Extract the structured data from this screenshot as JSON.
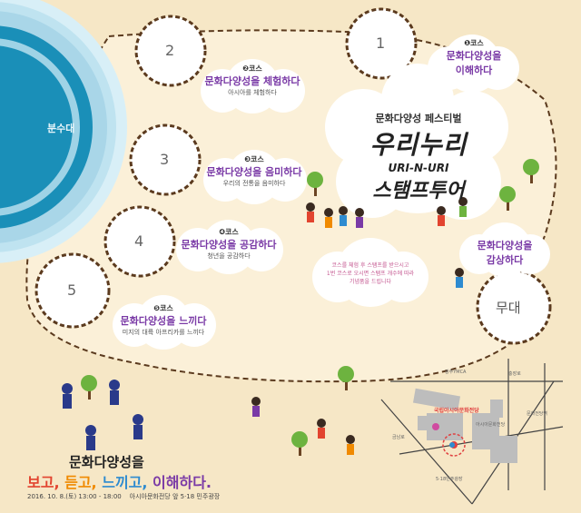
{
  "fountain": {
    "label": "분수대"
  },
  "stage": {
    "label": "무대"
  },
  "circles": [
    "1",
    "2",
    "3",
    "4",
    "5"
  ],
  "courses": [
    {
      "no": "❶코스",
      "title_lines": [
        "문화다양성을",
        "이해하다"
      ],
      "sub": ""
    },
    {
      "no": "❷코스",
      "title_lines": [
        "문화다양성을 체험하다"
      ],
      "sub": "아시아를 체험하다"
    },
    {
      "no": "❸코스",
      "title_lines": [
        "문화다양성을 음미하다"
      ],
      "sub": "우리의 전통을 음미하다"
    },
    {
      "no": "❹코스",
      "title_lines": [
        "문화다양성을 공감하다"
      ],
      "sub": "청년을 공감하다"
    },
    {
      "no": "❺코스",
      "title_lines": [
        "문화다양성을 느끼다"
      ],
      "sub": "미지의 대륙 아프리카를 느끼다"
    }
  ],
  "appreciate": {
    "lines": [
      "문화다양성을",
      "감상하다"
    ]
  },
  "festival": {
    "pre": "문화다양성 페스티벌",
    "main": "우리누리",
    "en": "URI-N-URI",
    "tour": "스탬프투어"
  },
  "note_lines": [
    "코스를 체험 후 스탬프를 받으시고",
    "1번 코스로 오시면 스탬프 개수에 따라",
    "기념품을 드립니다"
  ],
  "slogan": {
    "top": "문화다양성을",
    "parts": [
      {
        "text": "보고,",
        "color": "#e2442f"
      },
      {
        "text": "듣고,",
        "color": "#f08a00"
      },
      {
        "text": "느끼고,",
        "color": "#2e8bd0"
      },
      {
        "text": "이해하다.",
        "color": "#7a3aa6"
      }
    ],
    "date": "2016. 10. 8.(토) 13:00 - 18:00",
    "venue": "아시아문화전당 앞 5·18 민주광장"
  },
  "map": {
    "labels": [
      "광주YMCA",
      "아시아문화전당",
      "5·18민주광장",
      "충장로",
      "문화전당역",
      "금남로"
    ],
    "station": "국립아시아문화전당"
  },
  "colors": {
    "background": "#f6e7c6",
    "course_title": "#7a3aa6",
    "fountain_outer": "#bfe3f0",
    "fountain_inner": "#1a8fb8",
    "path_stroke": "#5b3a1e"
  }
}
